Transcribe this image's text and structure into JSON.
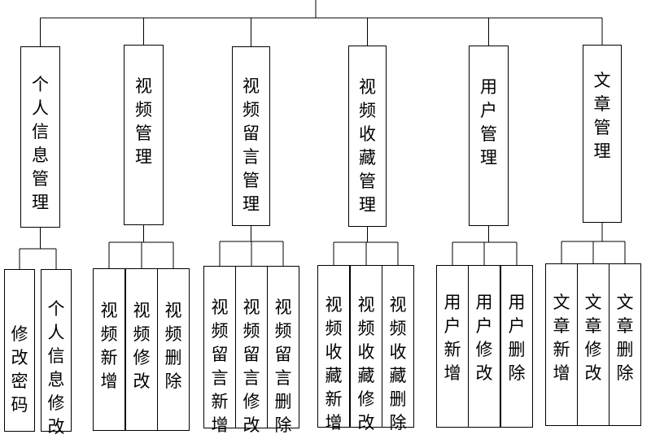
{
  "modules": [
    {
      "label": "个人信息管理",
      "children": [
        "修改密码",
        "个人信息修改"
      ]
    },
    {
      "label": "视频管理",
      "children": [
        "视频新增",
        "视频修改",
        "视频删除"
      ]
    },
    {
      "label": "视频留言管理",
      "children": [
        "视频留言新增",
        "视频留言修改",
        "视频留言删除"
      ]
    },
    {
      "label": "视频收藏管理",
      "children": [
        "视频收藏新增",
        "视频收藏修改",
        "视频收藏删除"
      ]
    },
    {
      "label": "用户管理",
      "children": [
        "用户新增",
        "用户修改",
        "用户删除"
      ]
    },
    {
      "label": "文章管理",
      "children": [
        "文章新增",
        "文章修改",
        "文章删除"
      ]
    }
  ]
}
